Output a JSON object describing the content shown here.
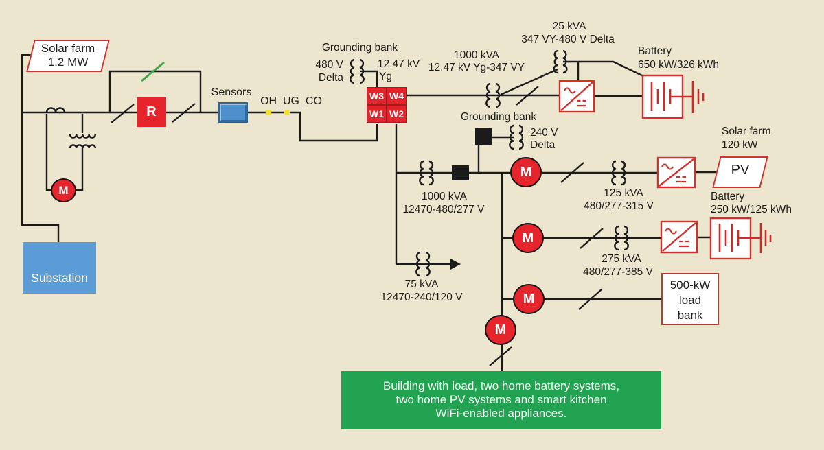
{
  "colors": {
    "background": "#EDE6CF",
    "wire": "#1b1b1b",
    "red": "#E6242B",
    "green_box": "#21A351",
    "green_switch": "#3FA548",
    "blue": "#5B9CD6",
    "yellow": "#F4E02C"
  },
  "solar_farm_main": {
    "name": "Solar farm",
    "capacity": "1.2 MW"
  },
  "recloser_label": "R",
  "meter_label": "M",
  "sensors_label": "Sensors",
  "cable_label": "OH_UG_CO",
  "grounding_bank_top": {
    "title": "Grounding bank",
    "secondary": "480 V",
    "secondary2": "Delta",
    "primary": "12.47 kV",
    "primary2": "Yg"
  },
  "wye_boxes": {
    "w3": "W3",
    "w4": "W4",
    "w1": "W1",
    "w2": "W2"
  },
  "tx_feeder": {
    "rating": "1000 kVA",
    "voltage": "12.47 kV Yg-347 VY"
  },
  "tx_25": {
    "rating": "25 kVA",
    "voltage": "347 VY-480 V Delta"
  },
  "battery_main": {
    "name": "Battery",
    "capacity": "650 kW/326 kWh"
  },
  "grounding_bank_mid": {
    "title": "Grounding bank",
    "secondary": "240 V",
    "secondary2": "Delta"
  },
  "tx_service": {
    "rating": "1000 kVA",
    "voltage": "12470-480/277 V"
  },
  "tx_75": {
    "rating": "75 kVA",
    "voltage": "12470-240/120 V"
  },
  "tx_125": {
    "rating": "125 kVA",
    "voltage": "480/277-315 V"
  },
  "solar_farm_small": {
    "name": "Solar farm",
    "capacity": "120 kW",
    "box": "PV"
  },
  "battery_small": {
    "name": "Battery",
    "capacity": "250 kW/125 kWh"
  },
  "tx_275": {
    "rating": "275 kVA",
    "voltage": "480/277-385 V"
  },
  "load_bank": {
    "line1": "500-kW",
    "line2": "load",
    "line3": "bank"
  },
  "substation_label": "Substation",
  "building": {
    "line1": "Building with load, two home battery systems,",
    "line2": "two home PV systems and smart kitchen",
    "line3": "WiFi-enabled appliances."
  }
}
